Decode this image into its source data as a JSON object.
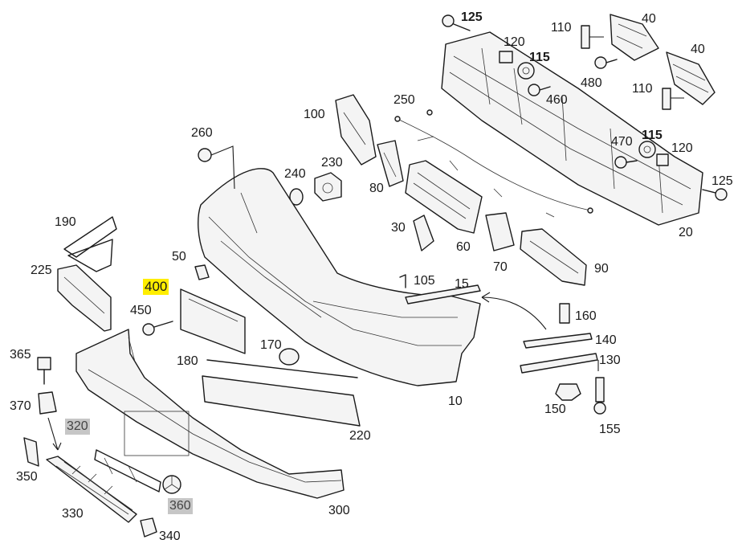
{
  "colors": {
    "highlight_yellow": "#ffee00",
    "highlight_grey": "#c6c6c6",
    "line": "#1a1a1a"
  },
  "callouts": {
    "c125a": "125",
    "c110a": "110",
    "c40a": "40",
    "c120a": "120",
    "c115a": "115",
    "c40b": "40",
    "c480": "480",
    "c460": "460",
    "c110b": "110",
    "c250": "250",
    "c100": "100",
    "c260": "260",
    "c230": "230",
    "c470": "470",
    "c115b": "115",
    "c120b": "120",
    "c240": "240",
    "c80": "80",
    "c125b": "125",
    "c190": "190",
    "c30": "30",
    "c20": "20",
    "c225": "225",
    "c50": "50",
    "c60": "60",
    "c105": "105",
    "c15": "15",
    "c70": "70",
    "c90": "90",
    "c400": "400",
    "c450": "450",
    "c160": "160",
    "c170": "170",
    "c140": "140",
    "c365": "365",
    "c180": "180",
    "c130": "130",
    "c10": "10",
    "c370": "370",
    "c150": "150",
    "c320": "320",
    "c155": "155",
    "c220": "220",
    "c350": "350",
    "c360": "360",
    "c300": "300",
    "c330": "330",
    "c340": "340"
  }
}
